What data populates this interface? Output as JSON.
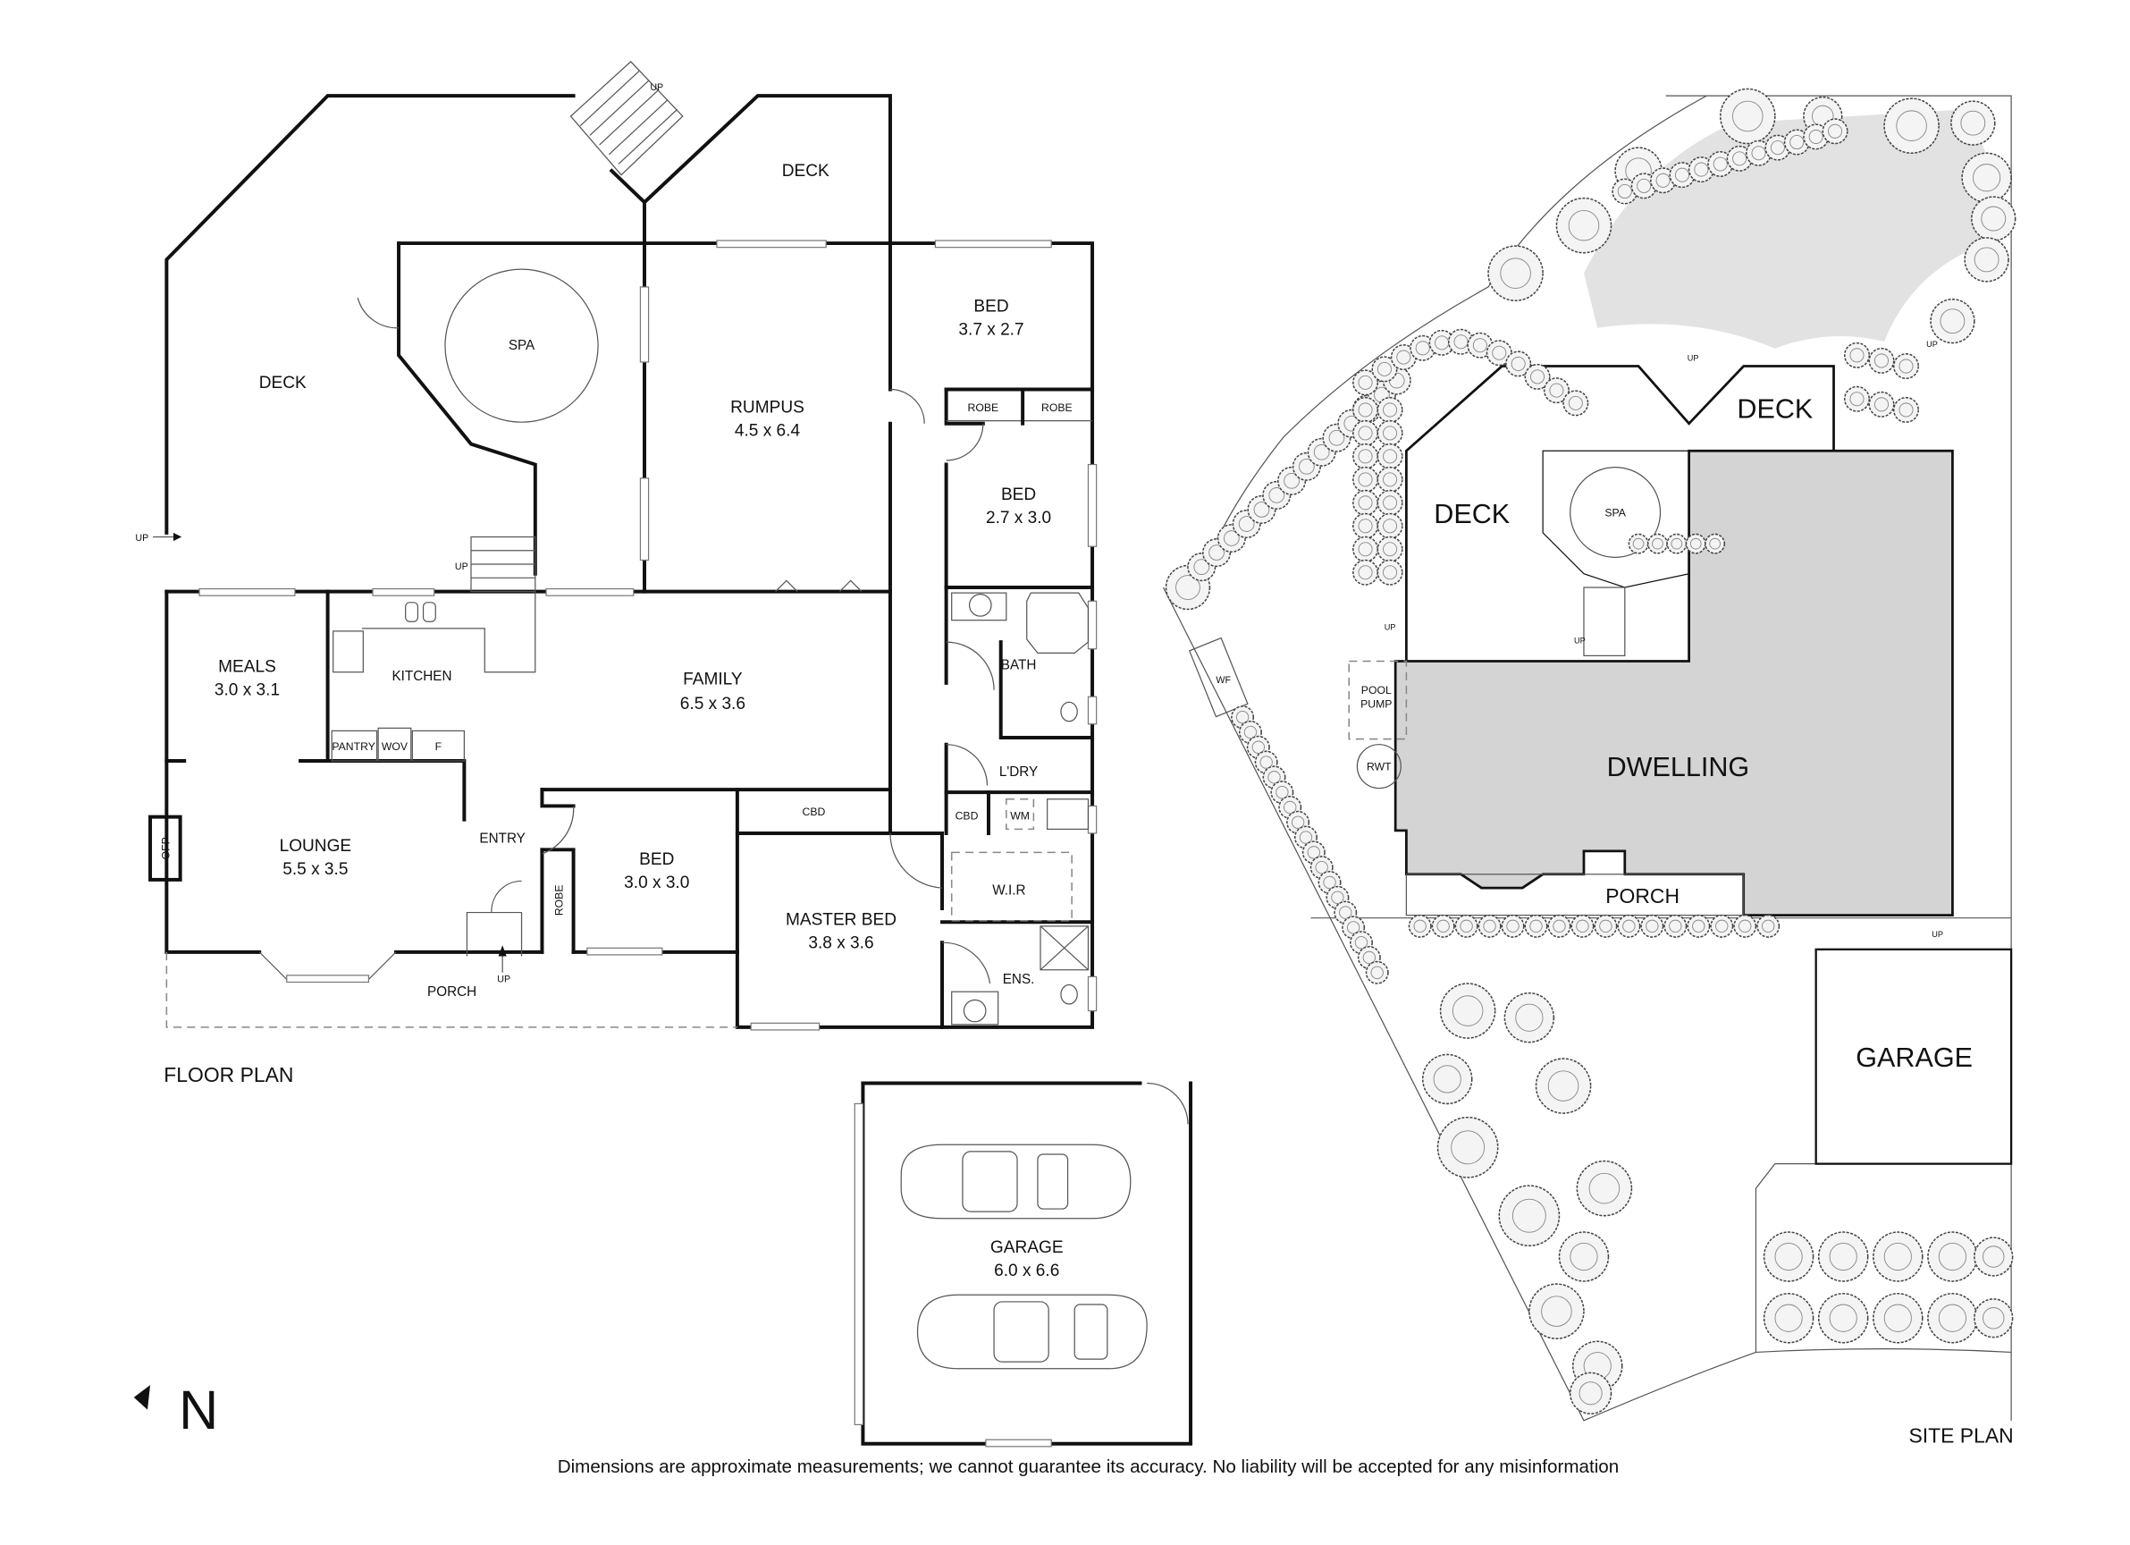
{
  "floor_plan": {
    "title": "FLOOR PLAN",
    "rooms": {
      "deck_left": {
        "name": "DECK"
      },
      "deck_top": {
        "name": "DECK"
      },
      "spa": {
        "name": "SPA"
      },
      "rumpus": {
        "name": "RUMPUS",
        "size": "4.5 x 6.4"
      },
      "bed1": {
        "name": "BED",
        "size": "3.7 x 2.7"
      },
      "bed2": {
        "name": "BED",
        "size": "2.7 x 3.0"
      },
      "bed3": {
        "name": "BED",
        "size": "3.0 x 3.0"
      },
      "meals": {
        "name": "MEALS",
        "size": "3.0 x 3.1"
      },
      "kitchen": {
        "name": "KITCHEN"
      },
      "family": {
        "name": "FAMILY",
        "size": "6.5 x 3.6"
      },
      "lounge": {
        "name": "LOUNGE",
        "size": "5.5 x 3.5"
      },
      "master_bed": {
        "name": "MASTER BED",
        "size": "3.8 x 3.6"
      },
      "bath": {
        "name": "BATH"
      },
      "laundry": {
        "name": "L'DRY"
      },
      "wir": {
        "name": "W.I.R"
      },
      "ensuite": {
        "name": "ENS."
      },
      "entry": {
        "name": "ENTRY"
      },
      "porch": {
        "name": "PORCH"
      },
      "garage": {
        "name": "GARAGE",
        "size": "6.0 x 6.6"
      }
    },
    "small_labels": {
      "robe1": "ROBE",
      "robe2": "ROBE",
      "robe3": "ROBE",
      "pantry": "PANTRY",
      "wov": "WOV",
      "fridge": "F",
      "cbd1": "CBD",
      "cbd2": "CBD",
      "wm": "WM",
      "ofp": "OFP",
      "up1": "UP",
      "up2": "UP",
      "up3": "UP",
      "up4": "UP"
    }
  },
  "site_plan": {
    "title": "SITE PLAN",
    "labels": {
      "deck_left": "DECK",
      "deck_right": "DECK",
      "spa": "SPA",
      "dwelling": "DWELLING",
      "porch": "PORCH",
      "garage": "GARAGE",
      "pool_pump_1": "POOL",
      "pool_pump_2": "PUMP",
      "rwt": "RWT",
      "wf": "WF",
      "up1": "UP",
      "up2": "UP",
      "up3": "UP",
      "up4": "UP",
      "up5": "UP"
    },
    "colors": {
      "building": "#d4d4d4",
      "lawn": "#e2e2e2"
    }
  },
  "north_label": "N",
  "disclaimer": "Dimensions are approximate measurements; we cannot guarantee its accuracy. No liability will be accepted for any misinformation"
}
